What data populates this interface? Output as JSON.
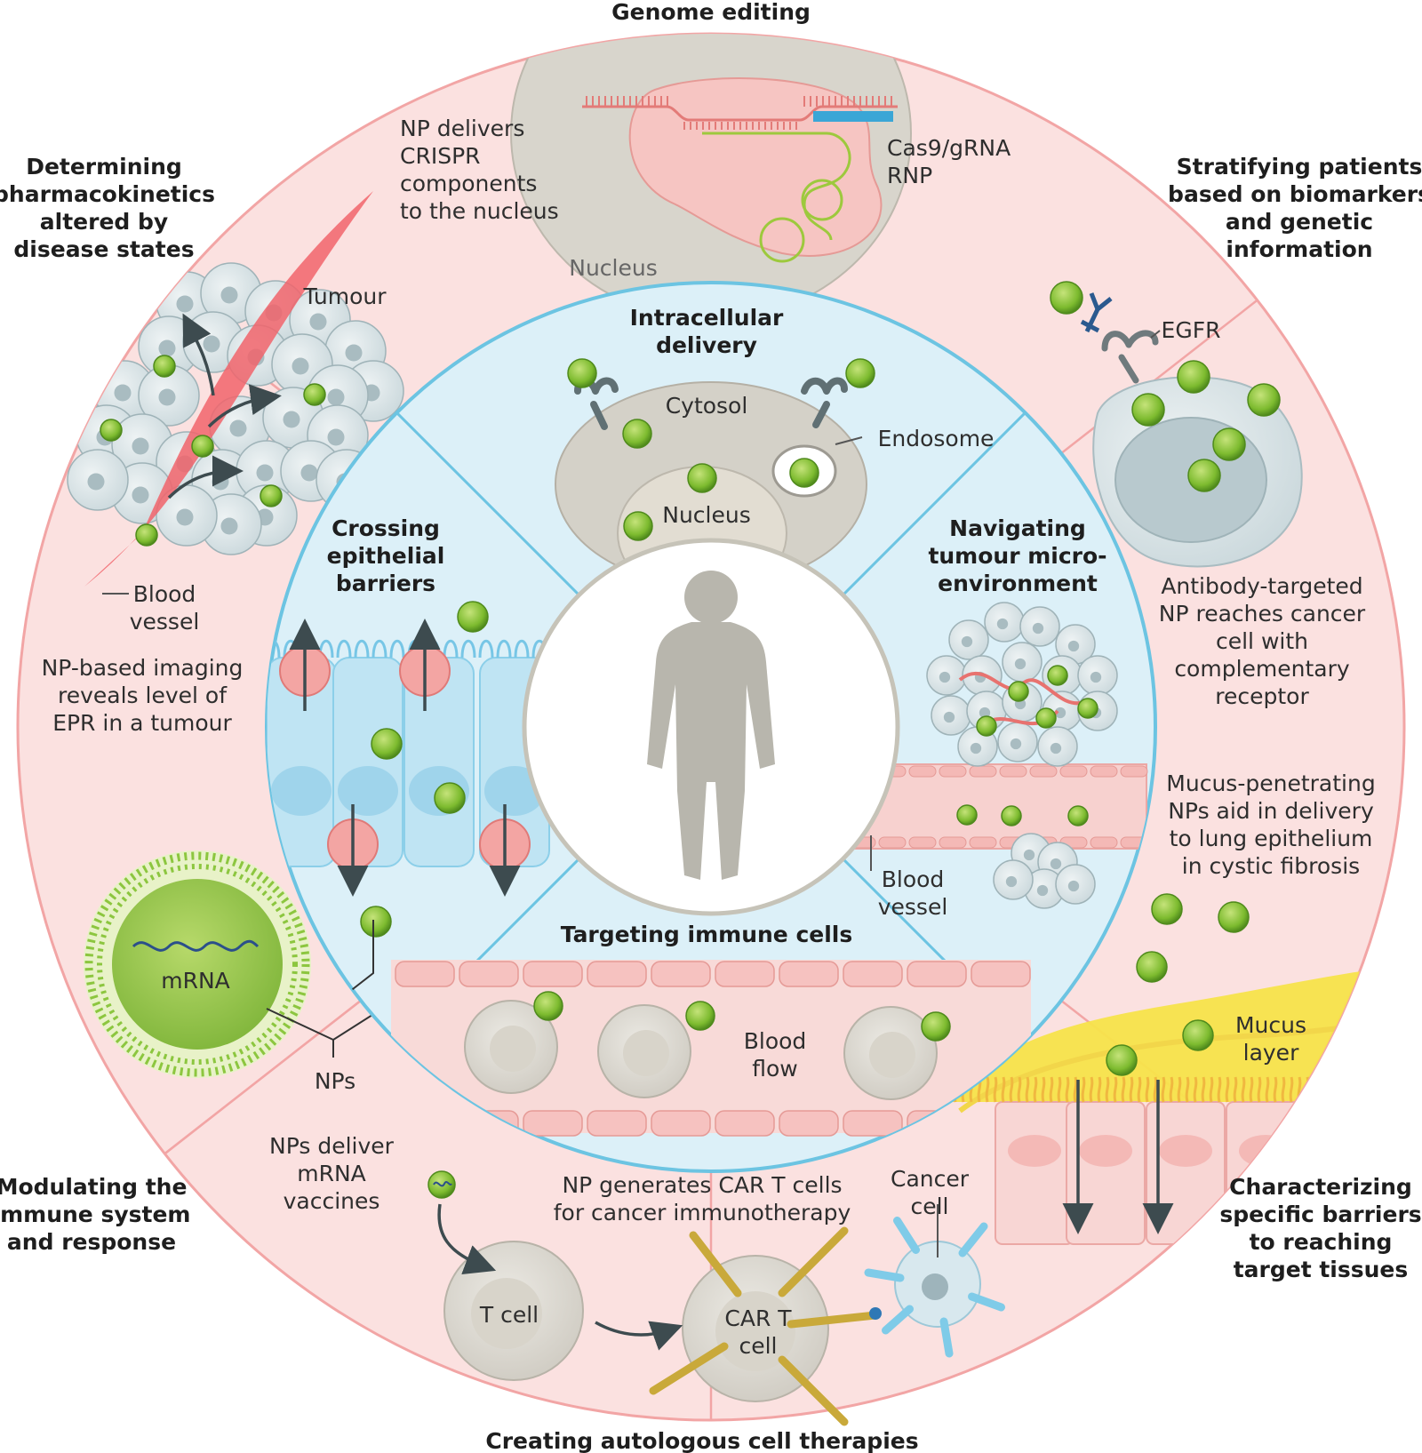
{
  "colors": {
    "outer_ring": "#fbe1e0",
    "outer_stroke": "#f2a5a5",
    "inner_ring": "#dcf0f8",
    "inner_stroke": "#6cc4e2",
    "nanoparticle": "#8dc63f",
    "cell": "#d9e4e7",
    "mucus": "#f7e34a"
  },
  "outer": {
    "top": "Genome editing",
    "top_left": [
      "Determining",
      "pharmacokinetics",
      "altered by",
      "disease states"
    ],
    "top_right": [
      "Stratifying patients",
      "based on biomarkers",
      "and genetic",
      "information"
    ],
    "bottom_left": [
      "Modulating the",
      "immune system",
      "and response"
    ],
    "bottom_right": [
      "Characterizing",
      "specific barriers",
      "to reaching",
      "target tissues"
    ],
    "bottom": "Creating autologous cell therapies"
  },
  "genome": {
    "caption": [
      "NP delivers",
      "CRISPR",
      "components",
      "to the nucleus"
    ],
    "rnp": [
      "Cas9/gRNA",
      "RNP"
    ],
    "nucleus": "Nucleus"
  },
  "pk": {
    "tumour": "Tumour",
    "vessel": [
      "Blood",
      "vessel"
    ],
    "caption": [
      "NP-based imaging",
      "reveals level of",
      "EPR in a tumour"
    ]
  },
  "strat": {
    "egfr": "EGFR",
    "caption": [
      "Antibody-targeted",
      "NP reaches cancer",
      "cell with",
      "complementary",
      "receptor"
    ]
  },
  "mucus": {
    "caption": [
      "Mucus-penetrating",
      "NPs aid in delivery",
      "to lung epithelium",
      "in cystic fibrosis"
    ],
    "layer": [
      "Mucus",
      "layer"
    ]
  },
  "immune": {
    "mrna": "mRNA",
    "nps": "NPs",
    "caption": [
      "NPs deliver",
      "mRNA",
      "vaccines"
    ]
  },
  "car": {
    "caption": [
      "NP generates CAR T cells",
      "for cancer immunotherapy"
    ],
    "cancer": [
      "Cancer",
      "cell"
    ],
    "tcell": "T cell",
    "cart": [
      "CAR T",
      "cell"
    ]
  },
  "inner": {
    "intracellular": [
      "Intracellular",
      "delivery"
    ],
    "cytosol": "Cytosol",
    "endosome": "Endosome",
    "nucleus": "Nucleus",
    "crossing": [
      "Crossing",
      "epithelial",
      "barriers"
    ],
    "navigating": [
      "Navigating",
      "tumour micro-",
      "environment"
    ],
    "vessel": [
      "Blood",
      "vessel"
    ],
    "targeting": "Targeting immune cells",
    "flow": [
      "Blood",
      "flow"
    ]
  }
}
